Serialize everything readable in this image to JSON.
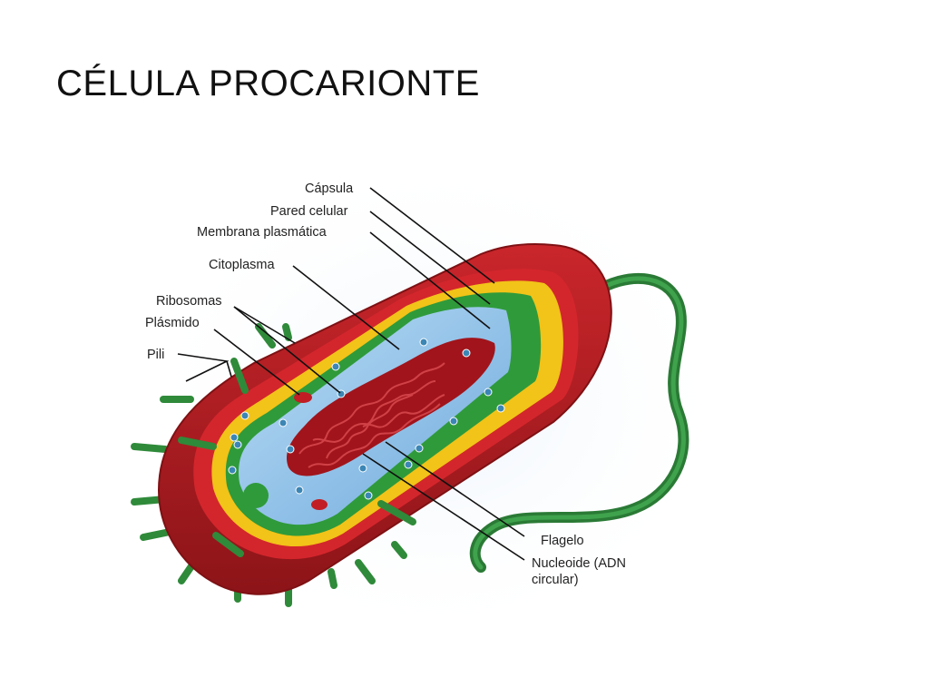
{
  "slide": {
    "title": "CÉLULA PROCARIONTE"
  },
  "diagram": {
    "labels": {
      "capsula": "Cápsula",
      "pared_celular": "Pared celular",
      "membrana_plasmatica": "Membrana plasmática",
      "citoplasma": "Citoplasma",
      "ribosomas": "Ribosomas",
      "plasmido": "Plásmido",
      "pili": "Pili",
      "flagelo": "Flagelo",
      "nucleoide_line1": "Nucleoide (ADN",
      "nucleoide_line2": "circular)"
    },
    "colors": {
      "capsule": "#b51e24",
      "capsule_dark": "#7e1114",
      "cell_wall": "#f2c318",
      "membrane": "#2f9a3a",
      "cytoplasm": "#8fc3ea",
      "nucleoid": "#a1141b",
      "pili": "#2f8a3a",
      "flagellum": "#2a7a35"
    }
  }
}
